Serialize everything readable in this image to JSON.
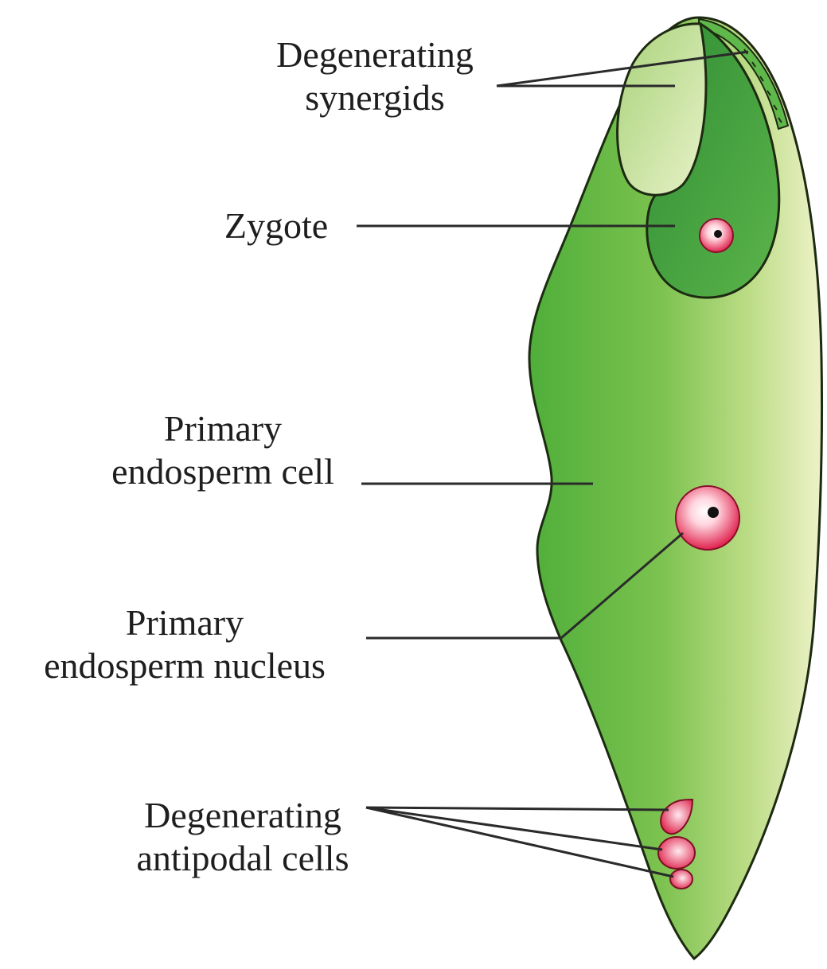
{
  "diagram": {
    "labels": {
      "synergids": {
        "line1": "Degenerating",
        "line2": "synergids"
      },
      "zygote": {
        "line1": "Zygote"
      },
      "pec": {
        "line1": "Primary",
        "line2": "endosperm cell"
      },
      "pen": {
        "line1": "Primary",
        "line2": "endosperm nucleus"
      },
      "antipodal": {
        "line1": "Degenerating",
        "line2": "antipodal cells"
      }
    }
  },
  "colors": {
    "embryo_sac_dark": "#4fae3a",
    "embryo_sac_light": "#e6efbf",
    "synergid_fill": "#c6e29a",
    "zygote_region_fill": "#3d9b3b",
    "nucleus_red": "#e0224e",
    "outline": "#1d2a12",
    "leader_line": "#2a2a2a"
  }
}
